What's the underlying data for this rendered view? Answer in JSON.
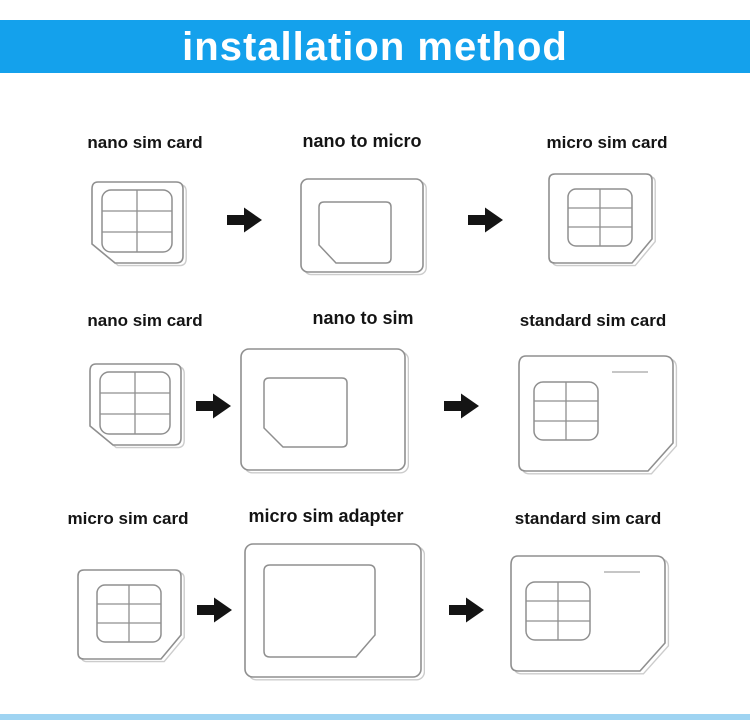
{
  "header": {
    "title": "installation method",
    "bg_color": "#14a1ec"
  },
  "artwork": {
    "stroke_color": "#8f8f8f",
    "arrow_color": "#141414"
  },
  "rows": [
    {
      "left": "nano sim card",
      "middle": "nano to micro",
      "right": "micro sim card"
    },
    {
      "left": "nano sim card",
      "middle": "nano to sim",
      "right": "standard sim card"
    },
    {
      "left": "micro sim card",
      "middle": "micro sim adapter",
      "right": "standard sim card"
    }
  ],
  "footer": {
    "strip_color": "#9fd4f2"
  }
}
